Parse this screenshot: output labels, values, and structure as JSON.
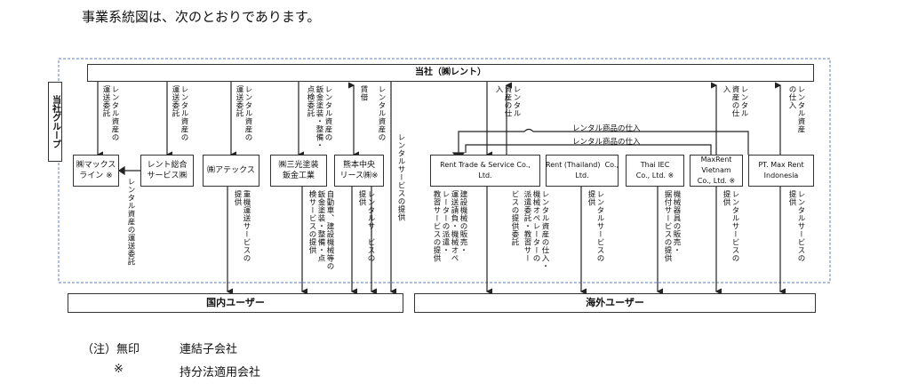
{
  "intro": "事業系統図は、次のとおりであります。",
  "group_label": "当社グループ",
  "parent": "当社（㈱レント）",
  "companies": {
    "mackus": "㈱マックス\nライン ※",
    "rent_sogo": "レント総合\nサービス㈱",
    "artecs": "㈱アテックス",
    "sanko": "㈱三光塗装\n鈑金工業",
    "kumamoto": "熊本中央\nリース㈱※",
    "rtsc": "Rent Trade & Service Co.,\nLtd.",
    "rent_th": "Rent (Thailand)  Co.,\nLtd.",
    "thai_iec": "Thai IEC\nCo., Ltd. ※",
    "maxrent_vn": "MaxRent\nVietnam\nCo., Ltd. ※",
    "pt_maxrent": "PT. Max Rent\nIndonesia"
  },
  "users": {
    "domestic": "国内ユーザー",
    "overseas": "海外ユーザー"
  },
  "labels": {
    "l1": "レンタル資産の\n運送委託",
    "l2": "レンタル資産の\n運送委託",
    "l3": "レンタル資産の\n運送委託",
    "l4": "レンタル資産の\n鈑金塗装・整備・\n点検委託",
    "l5": "賃借",
    "l6": "レンタル資産の",
    "l7": "レンタルサービスの提供",
    "l8": "レンタル\n資産の仕\n入",
    "l9": "レンタル\n資産の仕\n入",
    "l10": "レンタル資産\nの仕入",
    "b1": "レンタル資産の運送委託",
    "b2": "重機運送サービスの\n提供",
    "b3": "自動車、建設機械等の\n鈑金塗装・整備・点\n検サービスの提供",
    "b4": "レンタルサービスの\n提供",
    "b5": "建設機械の販売・\n運送請負・機械オペ\nレーターの派遣・\n教習サービスの提供",
    "b6": "ビスの提供委託",
    "b7": "レンタル資産の仕入・\n機械オペレーターの\n派遣委託・教習サー",
    "b8": "レンタルサービスの\n提供",
    "b9": "機械器具の販売・\n据付サービスの提供",
    "b10": "レンタルサービスの\n提供",
    "b11": "レンタルサービスの\n提供",
    "h1": "レンタル商品の仕入",
    "h2": "レンタル商品の仕入"
  },
  "notes": {
    "n1_key": "（注）無印",
    "n1_val": "連結子会社",
    "n2_key": "※",
    "n2_val": "持分法適用会社"
  }
}
